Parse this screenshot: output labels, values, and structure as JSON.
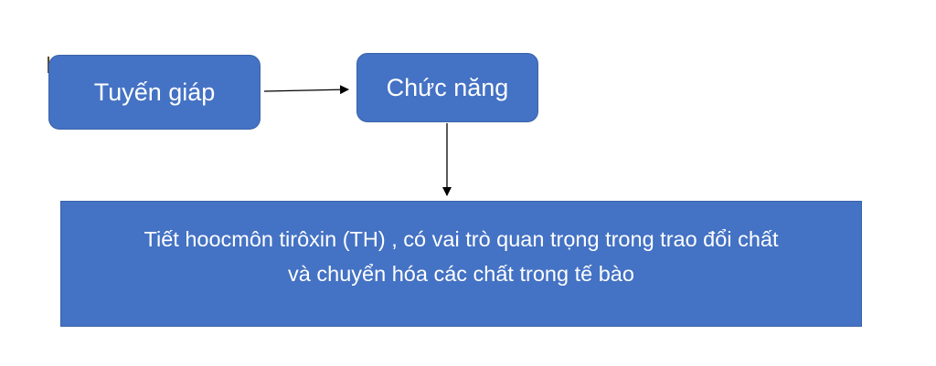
{
  "diagram": {
    "nodes": [
      {
        "id": "thyroid",
        "label": "Tuyến giáp"
      },
      {
        "id": "function",
        "label": "Chức năng"
      },
      {
        "id": "description",
        "lines": [
          "Tiết hoocmôn tirôxin (TH) , có vai trò quan trọng trong trao đổi chất",
          "và chuyển hóa các chất trong tế bào"
        ]
      }
    ],
    "edges": [
      {
        "from": "thyroid",
        "to": "function",
        "direction": "right"
      },
      {
        "from": "function",
        "to": "description",
        "direction": "down"
      }
    ],
    "colors": {
      "node_fill": "#4472c4",
      "node_text": "#ffffff",
      "arrow": "#000000",
      "background": "#ffffff"
    }
  }
}
